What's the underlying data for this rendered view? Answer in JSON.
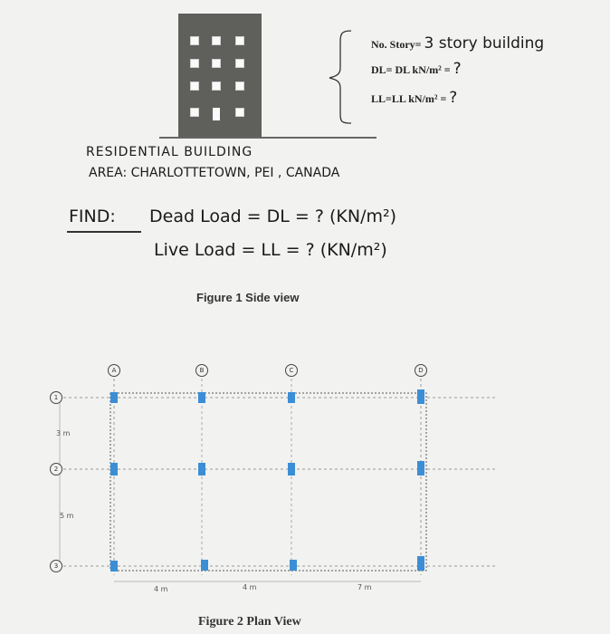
{
  "figure1": {
    "info_story": "No. Story=",
    "info_story_hand": "3 story building",
    "info_dl": "DL= DL kN/m² =",
    "info_ll": "LL=LL kN/m² =",
    "question": "?",
    "line1": "RESIDENTIAL BUILDING",
    "line2": "AREA: CHARLOTTETOWN, PEI , CANADA",
    "find_label": "FIND:",
    "find_dl": "Dead Load = DL = ? (KN/m²)",
    "find_ll": "Live Load = LL = ? (KN/m²)",
    "caption": "Figure 1 Side view"
  },
  "figure2": {
    "col_labels": [
      "A",
      "B",
      "C",
      "D"
    ],
    "row_labels": [
      "1",
      "2",
      "3"
    ],
    "dims_vertical": [
      "3 m",
      "5 m"
    ],
    "dims_horizontal": [
      "4 m",
      "4 m",
      "7 m"
    ],
    "caption": "Figure 2 Plan View"
  },
  "colors": {
    "building": "#5f5f5b",
    "column": "#3b8ed6",
    "background": "#f2f2f1"
  }
}
